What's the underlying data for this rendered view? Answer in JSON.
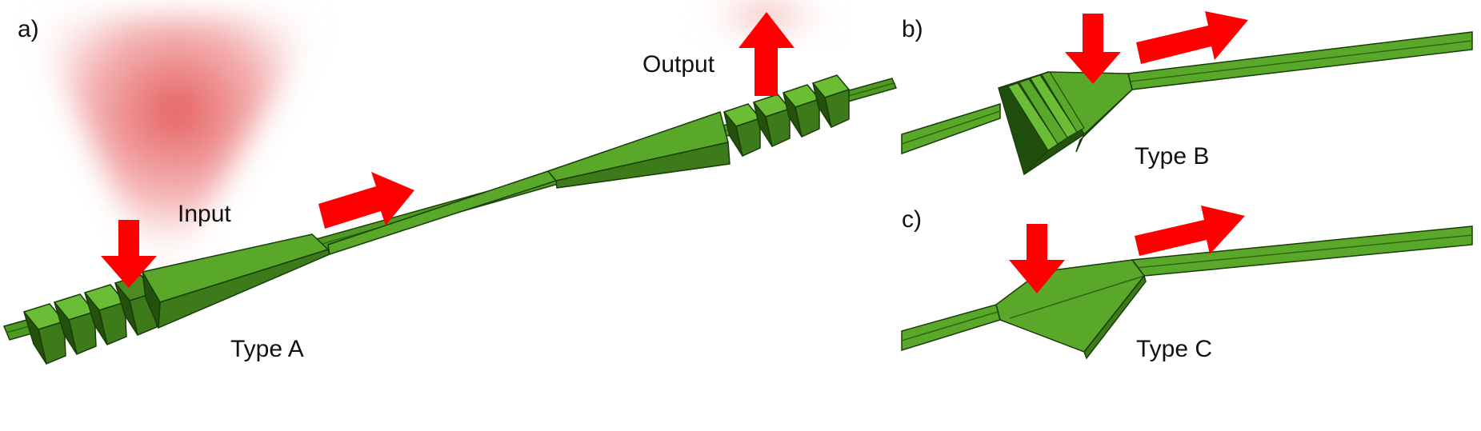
{
  "panels": {
    "a": {
      "label": "a)",
      "caption": "Type A",
      "input_label": "Input",
      "output_label": "Output"
    },
    "b": {
      "label": "b)",
      "caption": "Type B"
    },
    "c": {
      "label": "c)",
      "caption": "Type C"
    }
  },
  "colors": {
    "waveguide_top": "#5aa82a",
    "waveguide_side": "#3d7a1a",
    "waveguide_dark": "#1f4d0b",
    "outline": "#1a3d08",
    "arrow": "#ff0000",
    "beam": "#e04040"
  },
  "icons": [
    "down-arrow-icon",
    "right-arrow-icon",
    "up-arrow-icon",
    "light-beam-icon",
    "grating-coupler-icon"
  ]
}
